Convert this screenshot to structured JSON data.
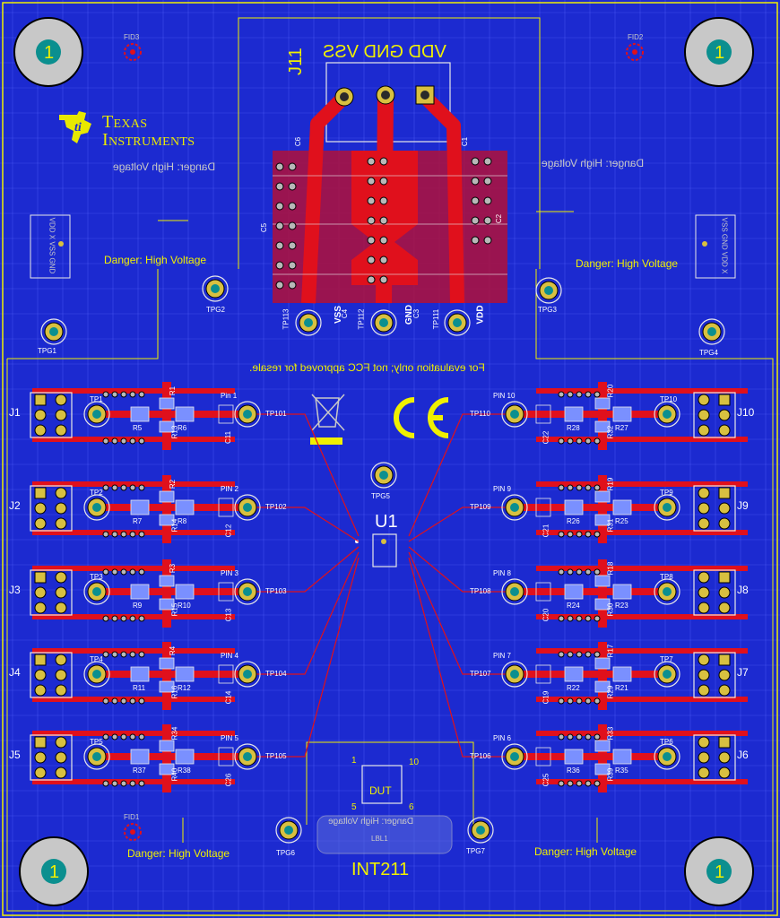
{
  "colors": {
    "board": "#1c2ad0",
    "copper_top": "#e0101c",
    "silk": "#f0f000",
    "pad": "#d8c040",
    "via": "#b8b8b8",
    "grid": "#5a6aff"
  },
  "board_name": "INT211",
  "company": {
    "line1": "Texas",
    "line2": "Instruments"
  },
  "mounting_hole_label": "1",
  "fiducials": {
    "fid1": "FID1",
    "fid2": "FID2",
    "fid3": "FID3"
  },
  "power_connector": {
    "ref": "J11",
    "labels": "VDD  GND  VSS",
    "vss": "VSS",
    "gnd": "GND",
    "vdd": "VDD",
    "tp_vss": "TP113",
    "tp_gnd": "TP112",
    "tp_vdd": "TP111",
    "c4": "C4",
    "c3": "C3",
    "c6": "C6",
    "c1": "C1",
    "c5": "C5",
    "c2": "C2"
  },
  "warnings": {
    "high_voltage": "Danger: High Voltage",
    "mirrored": "Danger: High Voltage",
    "fcc": "For evaluation only; not FCC approved for resale."
  },
  "side_connector_labels": {
    "left": "VDD  X  VSS  GND",
    "right": "VSS  GND  VDD  X"
  },
  "test_points": {
    "tpg1": "TPG1",
    "tpg2": "TPG2",
    "tpg3": "TPG3",
    "tpg4": "TPG4",
    "tpg5": "TPG5",
    "tpg6": "TPG6",
    "tpg7": "TPG7"
  },
  "ic": {
    "ref": "U1",
    "dut": "DUT",
    "pin1": "1",
    "pin5": "5",
    "pin6": "6",
    "pin10": "10",
    "lbl": "LBL1"
  },
  "left_channels": [
    {
      "j": "J1",
      "tp": "TP1",
      "pin": "Pin 1",
      "tpx": "TP101",
      "ra": "R5",
      "rb": "R6",
      "rc": "R13",
      "rd": "R1",
      "c": "C11"
    },
    {
      "j": "J2",
      "tp": "TP2",
      "pin": "PIN 2",
      "tpx": "TP102",
      "ra": "R7",
      "rb": "R8",
      "rc": "R14",
      "rd": "R2",
      "c": "C12"
    },
    {
      "j": "J3",
      "tp": "TP3",
      "pin": "PIN 3",
      "tpx": "TP103",
      "ra": "R9",
      "rb": "R10",
      "rc": "R15",
      "rd": "R3",
      "c": "C13"
    },
    {
      "j": "J4",
      "tp": "TP4",
      "pin": "PIN 4",
      "tpx": "TP104",
      "ra": "R11",
      "rb": "R12",
      "rc": "R16",
      "rd": "R4",
      "c": "C14"
    },
    {
      "j": "J5",
      "tp": "TP5",
      "pin": "PIN 5",
      "tpx": "TP105",
      "ra": "R37",
      "rb": "R38",
      "rc": "R40",
      "rd": "R34",
      "c": "C26"
    }
  ],
  "right_channels": [
    {
      "j": "J10",
      "tp": "TP10",
      "pin": "PIN 10",
      "tpx": "TP110",
      "ra": "R28",
      "rb": "R27",
      "rc": "R32",
      "rd": "R20",
      "c": "C22"
    },
    {
      "j": "J9",
      "tp": "TP9",
      "pin": "PIN 9",
      "tpx": "TP109",
      "ra": "R26",
      "rb": "R25",
      "rc": "R31",
      "rd": "R19",
      "c": "C21"
    },
    {
      "j": "J8",
      "tp": "TP8",
      "pin": "PIN 8",
      "tpx": "TP108",
      "ra": "R24",
      "rb": "R23",
      "rc": "R30",
      "rd": "R18",
      "c": "C20"
    },
    {
      "j": "J7",
      "tp": "TP7",
      "pin": "PIN 7",
      "tpx": "TP107",
      "ra": "R22",
      "rb": "R21",
      "rc": "R29",
      "rd": "R17",
      "c": "C19"
    },
    {
      "j": "J6",
      "tp": "TP6",
      "pin": "PIN 6",
      "tpx": "TP106",
      "ra": "R36",
      "rb": "R35",
      "rc": "R39",
      "rd": "R33",
      "c": "C25"
    }
  ]
}
